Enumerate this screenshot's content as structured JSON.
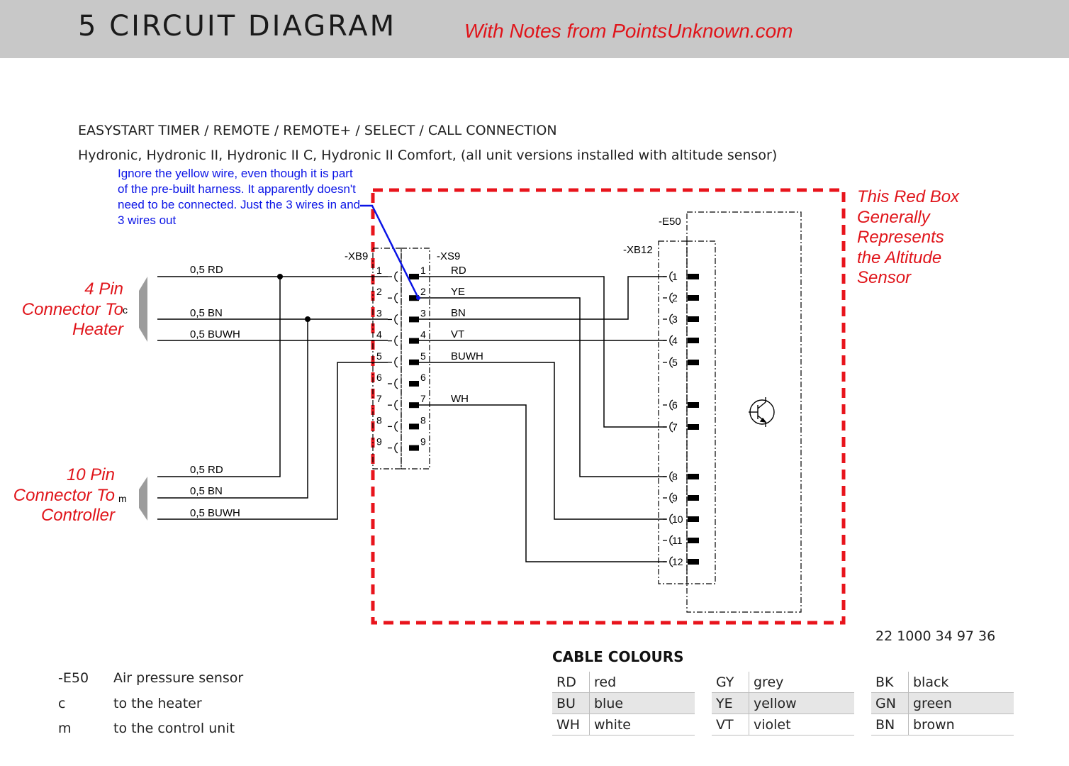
{
  "header": {
    "title": "5   CIRCUIT DIAGRAM",
    "note": "With Notes from PointsUnknown.com"
  },
  "subtitle": {
    "line1": "EASYSTART TIMER / REMOTE / REMOTE+ / SELECT / CALL CONNECTION",
    "line2": "Hydronic, Hydronic II, Hydronic II C, Hydronic II Comfort, (all unit versions installed with altitude sensor)"
  },
  "notes": {
    "yellow_wire": "Ignore the yellow wire, even though it is part of the pre-built harness. It apparently doesn't need to be connected. Just the 3 wires in and 3 wires out",
    "red_box": [
      "This Red Box",
      "Generally",
      "Represents",
      "the Altitude",
      "Sensor"
    ],
    "connector_heater": [
      "4 Pin",
      "Connector To",
      "Heater"
    ],
    "connector_controller": [
      "10 Pin",
      "Connector To",
      "Controller"
    ]
  },
  "diagram": {
    "heater_letter": "c",
    "controller_letter": "m",
    "heater_wires": [
      "0,5 RD",
      "0,5 BN",
      "0,5 BUWH"
    ],
    "controller_wires": [
      "0,5 RD",
      "0,5 BN",
      "0,5 BUWH"
    ],
    "xb9_label": "-XB9",
    "xs9_label": "-XS9",
    "xb12_label": "-XB12",
    "e50_label": "-E50",
    "xb9_pins": [
      "1",
      "2",
      "3",
      "4",
      "5",
      "6",
      "7",
      "8",
      "9"
    ],
    "xs9_pins": [
      "1",
      "2",
      "3",
      "4",
      "5",
      "6",
      "7",
      "8",
      "9"
    ],
    "xs9_wire_labels": [
      "RD",
      "YE",
      "BN",
      "VT",
      "BUWH",
      "WH"
    ],
    "xb12_pins": [
      "1",
      "2",
      "3",
      "4",
      "5",
      "6",
      "7",
      "8",
      "9",
      "10",
      "11",
      "12"
    ]
  },
  "doc_number": "22 1000 34 97 36",
  "legend": [
    {
      "code": "-E50",
      "text": "Air pressure sensor"
    },
    {
      "code": "c",
      "text": "to the heater"
    },
    {
      "code": "m",
      "text": "to the control unit"
    }
  ],
  "cable_colours": {
    "title": "CABLE COLOURS",
    "columns": [
      [
        {
          "code": "RD",
          "name": "red"
        },
        {
          "code": "BU",
          "name": "blue"
        },
        {
          "code": "WH",
          "name": "white"
        }
      ],
      [
        {
          "code": "GY",
          "name": "grey"
        },
        {
          "code": "YE",
          "name": "yellow"
        },
        {
          "code": "VT",
          "name": "violet"
        }
      ],
      [
        {
          "code": "BK",
          "name": "black"
        },
        {
          "code": "GN",
          "name": "green"
        },
        {
          "code": "BN",
          "name": "brown"
        }
      ]
    ]
  },
  "colors": {
    "annotation_red": "#e0141a",
    "annotation_blue": "#0a14e6",
    "header_bg": "#c8c8c8"
  }
}
